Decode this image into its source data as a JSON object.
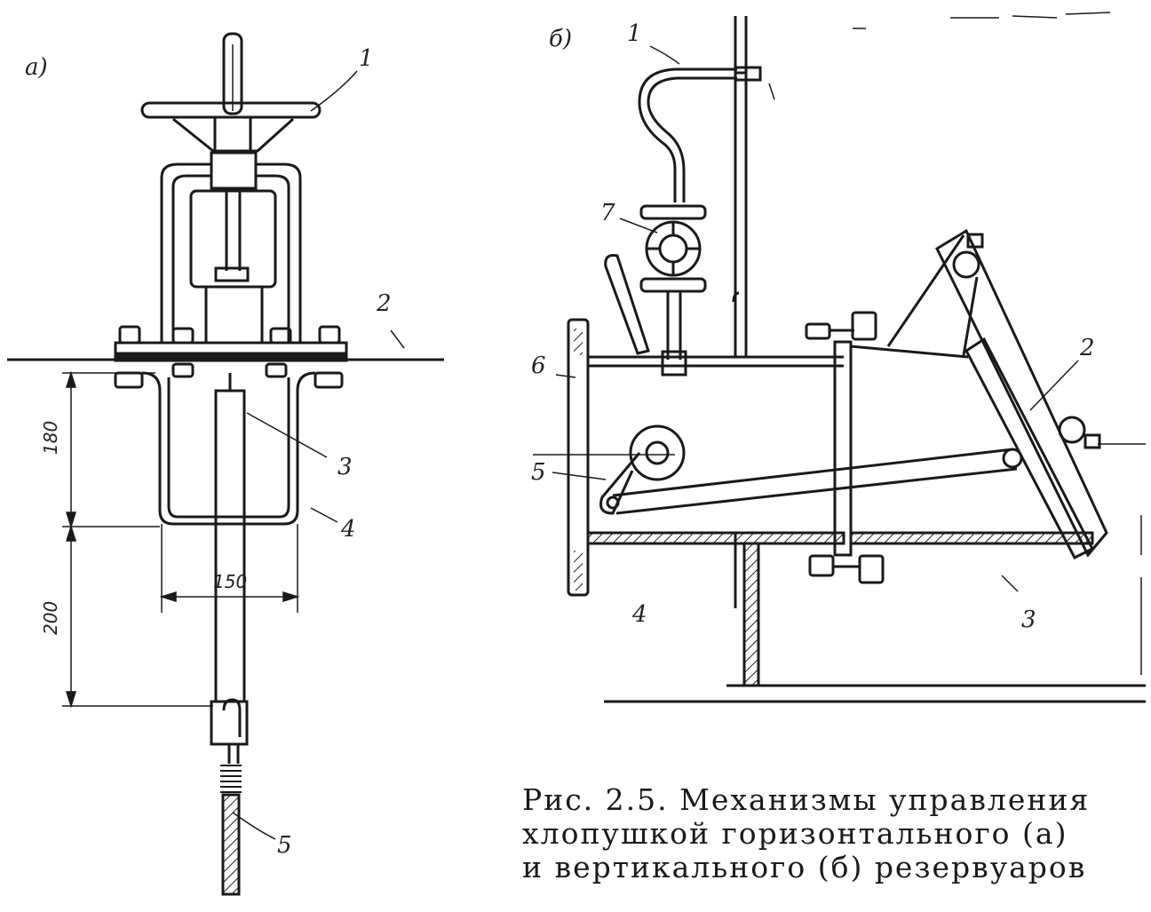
{
  "figure_a": {
    "panel_label": "а)",
    "parts": {
      "p1": "1",
      "p2": "2",
      "p3": "3",
      "p4": "4",
      "p5": "5"
    },
    "dims": {
      "d1": "180",
      "d2": "200",
      "d3": "150"
    }
  },
  "figure_b": {
    "panel_label": "б)",
    "parts": {
      "p1": "1",
      "p2": "2",
      "p3": "3",
      "p4": "4",
      "p5": "5",
      "p6": "6",
      "p7": "7"
    }
  },
  "caption": {
    "line1": "Рис. 2.5. Механизмы управления",
    "line2": "хлопушкой горизонтального (а)",
    "line3": "и вертикального (б) резервуаров"
  }
}
